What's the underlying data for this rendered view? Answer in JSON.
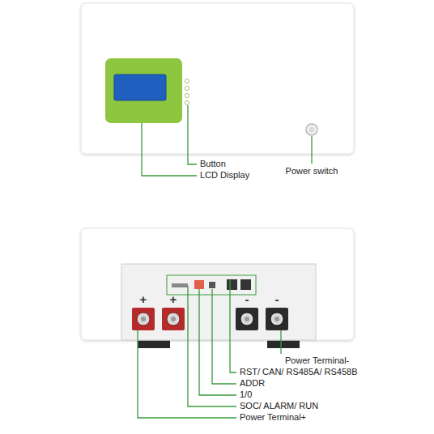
{
  "diagram": {
    "labels": [
      "Button",
      "LCD Display",
      "Power switch",
      "+",
      "+",
      "-",
      "-",
      "Power Terminal-",
      "RST/ CAN/ RS485A/ RS458B",
      "ADDR",
      "1/0",
      "SOC/ ALARM/ RUN",
      "Power Terminal+"
    ]
  }
}
